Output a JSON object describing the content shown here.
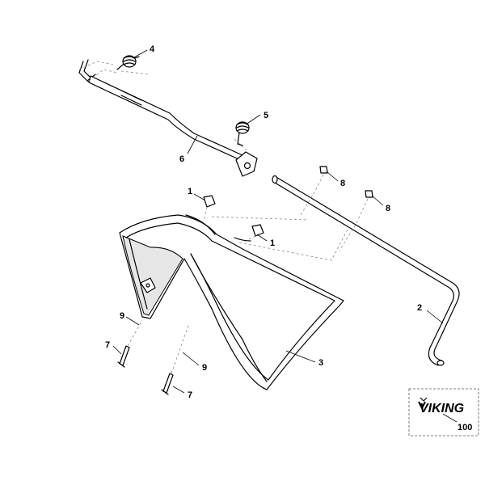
{
  "callouts": {
    "c1a": "1",
    "c1b": "1",
    "c2": "2",
    "c3": "3",
    "c4": "4",
    "c5": "5",
    "c6": "6",
    "c7a": "7",
    "c7b": "7",
    "c8a": "8",
    "c8b": "8",
    "c9a": "9",
    "c9b": "9"
  },
  "logo": {
    "brand": "VIKING",
    "reference": "100"
  }
}
